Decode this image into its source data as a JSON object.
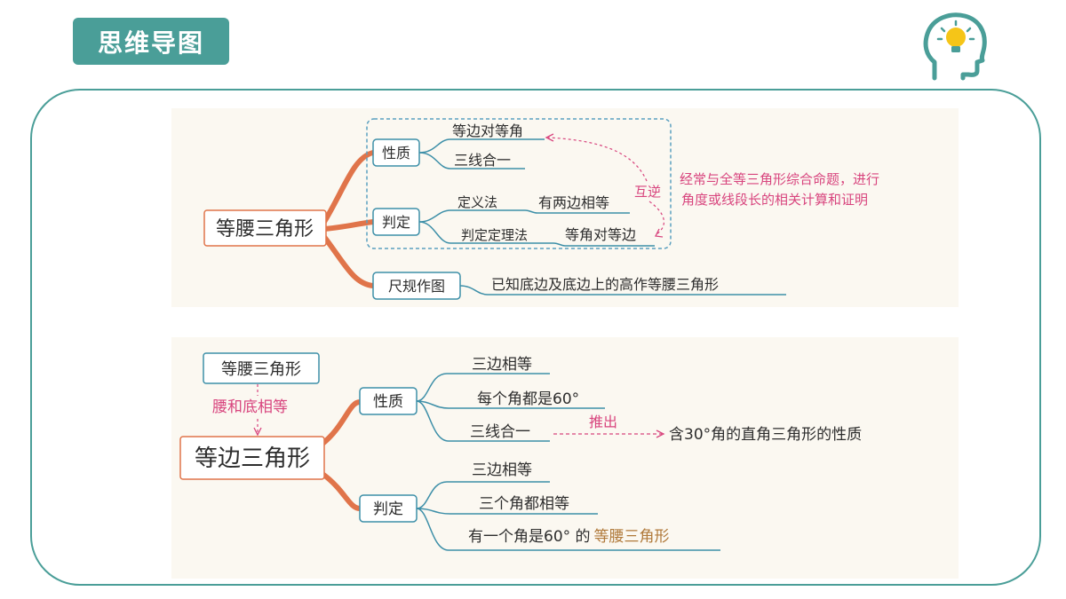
{
  "header": {
    "title": "思维导图",
    "icon": "head-lightbulb-icon"
  },
  "colors": {
    "accent": "#4a9e98",
    "branch": "#e0744a",
    "annotation": "#d8457e",
    "node_border": "#3d8fa8"
  },
  "map_top": {
    "root": "等腰三角形",
    "property": {
      "label": "性质",
      "items": [
        "等边对等角",
        "三线合一"
      ]
    },
    "criterion": {
      "label": "判定",
      "methods": [
        {
          "method": "定义法",
          "result": "有两边相等"
        },
        {
          "method": "判定定理法",
          "result": "等角对等边"
        }
      ]
    },
    "inverse_label": "互逆",
    "note_line1": "经常与全等三角形综合命题，进行",
    "note_line2": "角度或线段长的相关计算和证明",
    "construction": {
      "label": "尺规作图",
      "text": "已知底边及底边上的高作等腰三角形"
    }
  },
  "map_bottom": {
    "from_node": "等腰三角形",
    "link_label": "腰和底相等",
    "root": "等边三角形",
    "property": {
      "label": "性质",
      "items": [
        "三边相等",
        "每个角都是60°",
        "三线合一"
      ]
    },
    "derive_label": "推出",
    "derive_result": "含30°角的直角三角形的性质",
    "criterion": {
      "label": "判定",
      "items": [
        "三边相等",
        "三个角都相等"
      ],
      "last_prefix": "有一个角是60° 的",
      "last_suffix": "等腰三角形"
    }
  }
}
